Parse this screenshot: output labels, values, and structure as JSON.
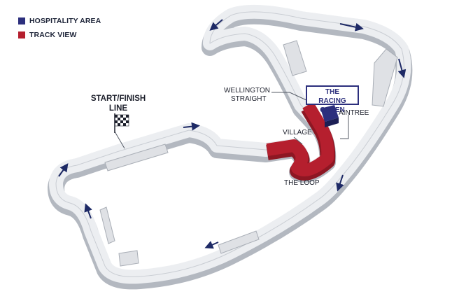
{
  "legend": {
    "items": [
      {
        "label": "HOSPITALITY AREA",
        "color": "#2c2f7d"
      },
      {
        "label": "TRACK VIEW",
        "color": "#b51f2e"
      }
    ]
  },
  "labels": {
    "start_finish_line1": "START/FINISH",
    "start_finish_line2": "LINE",
    "wellington_line1": "WELLINGTON",
    "wellington_line2": "STRAIGHT",
    "racing_green_line1": "THE",
    "racing_green_line2": "RACING GREEN",
    "aintree": "AINTREE",
    "village": "VILLAGE",
    "the_loop": "THE LOOP"
  },
  "colors": {
    "track_surface": "#eceef1",
    "track_edge": "#9a9fa8",
    "direction_arrow": "#1e2a66",
    "track_view": "#b51f2e",
    "hospitality": "#2c2f7d"
  },
  "icons": {
    "flag": "checkered-flag-icon",
    "direction": "direction-arrow-icon"
  }
}
